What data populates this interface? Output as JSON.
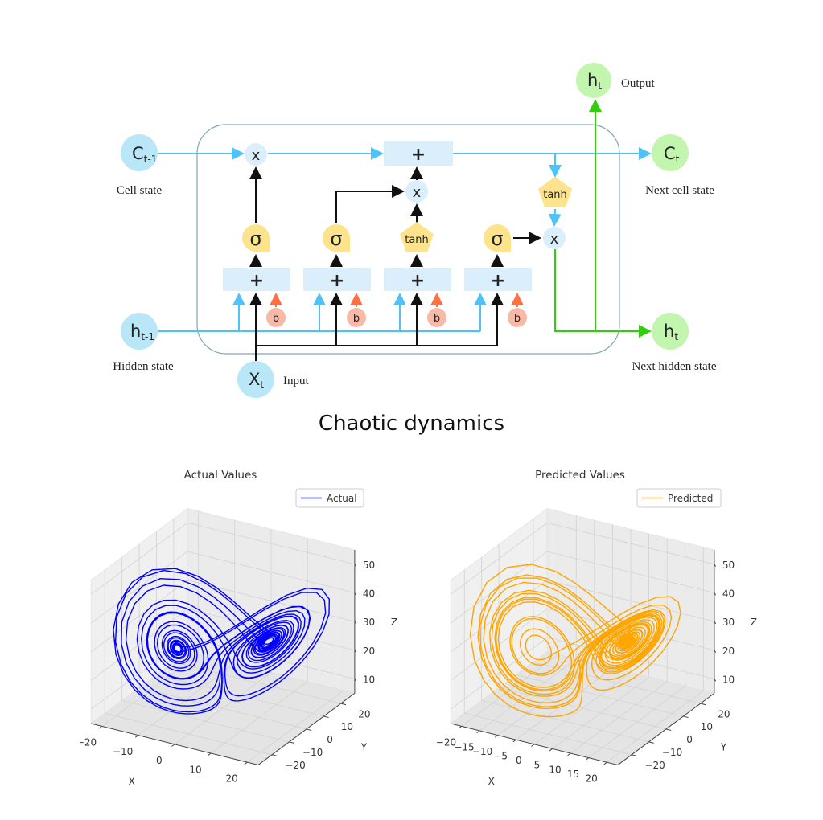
{
  "diagram": {
    "cell_prev": {
      "main": "C",
      "sub": "t-1",
      "label": "Cell state"
    },
    "hidden_prev": {
      "main": "h",
      "sub": "t-1",
      "label": "Hidden state"
    },
    "input": {
      "main": "X",
      "sub": "t",
      "label": "Input"
    },
    "output": {
      "main": "h",
      "sub": "t",
      "label": "Output"
    },
    "cell_next": {
      "main": "C",
      "sub": "t",
      "label": "Next cell state"
    },
    "hidden_next": {
      "main": "h",
      "sub": "t",
      "label": "Next hidden state"
    },
    "symbols": {
      "sigma": "σ",
      "tanh": "tanh",
      "multiply": "x",
      "plus": "+",
      "bias": "b"
    },
    "colors": {
      "state_in": "#b9e7f8",
      "state_out": "#c2f5ad",
      "cell_line": "#4fc3f7",
      "gate": "#fde38c",
      "bias": "#f8b9a6",
      "bias_arrow": "#ff7043",
      "output_line": "#33cc11",
      "box": "#dbeefb"
    }
  },
  "title": "Chaotic dynamics",
  "chart_data": [
    {
      "type": "line3d",
      "title": "Actual Values",
      "xlabel": "X",
      "ylabel": "Y",
      "zlabel": "Z",
      "xticks": [
        -20,
        -10,
        0,
        10,
        20
      ],
      "yticks": [
        -20,
        -10,
        0,
        10,
        20
      ],
      "zticks": [
        10,
        20,
        30,
        40,
        50
      ],
      "xlim": [
        -23,
        23
      ],
      "ylim": [
        -28,
        28
      ],
      "zlim": [
        5,
        55
      ],
      "legend": "top-right",
      "grid": true,
      "series": [
        {
          "name": "Actual",
          "color": "#0000ff",
          "system": "lorenz",
          "params": {
            "sigma": 10,
            "rho": 28,
            "beta": 2.6667
          },
          "start": [
            1,
            1,
            1
          ]
        }
      ]
    },
    {
      "type": "line3d",
      "title": "Predicted Values",
      "xlabel": "X",
      "ylabel": "Y",
      "zlabel": "Z",
      "xticks": [
        -20,
        -15,
        -10,
        -5,
        0,
        5,
        10,
        15,
        20
      ],
      "yticks": [
        -20,
        -10,
        0,
        10,
        20
      ],
      "zticks": [
        10,
        20,
        30,
        40,
        50
      ],
      "xlim": [
        -23,
        23
      ],
      "ylim": [
        -28,
        28
      ],
      "zlim": [
        5,
        55
      ],
      "legend": "top-right",
      "grid": true,
      "series": [
        {
          "name": "Predicted",
          "color": "#ffa500",
          "system": "lorenz",
          "params": {
            "sigma": 10,
            "rho": 28,
            "beta": 2.6667
          },
          "start": [
            1.3,
            0.8,
            1.1
          ]
        }
      ]
    }
  ]
}
